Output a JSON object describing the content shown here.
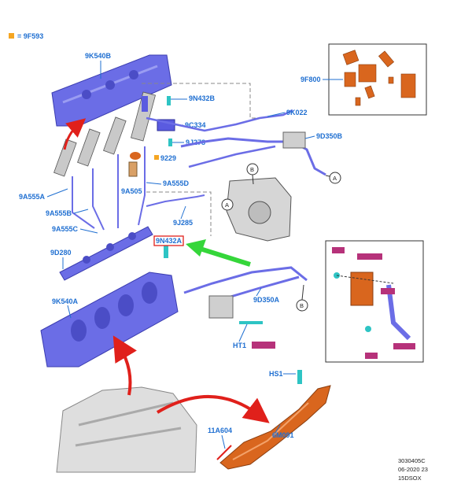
{
  "legend": {
    "color": "#f5a623",
    "text": "= 9F593"
  },
  "callouts": {
    "c9K540B": "9K540B",
    "c9N432B": "9N432B",
    "c9K022": "9K022",
    "c9C334": "9C334",
    "c9D350B": "9D350B",
    "c9J278": "9J278",
    "c9229": "9229",
    "c9A505": "9A505",
    "c9A555D": "9A555D",
    "c9A555A": "9A555A",
    "c9A555B": "9A555B",
    "c9J285": "9J285",
    "c9A555C": "9A555C",
    "c9N432A": "9N432A",
    "c9D280": "9D280",
    "c9K540A": "9K540A",
    "c9D350A": "9D350A",
    "cHT1": "HT1",
    "cHS1": "HS1",
    "c11A604": "11A604",
    "c6M091": "6M091",
    "c9F800": "9F800"
  },
  "connectors": {
    "a1": "A",
    "a2": "A",
    "b1": "B",
    "b2": "B"
  },
  "doc_info": {
    "number": "3030405C",
    "date": "06-2020 23",
    "code": "15DSOX"
  },
  "colors": {
    "callout": "#1f6fd1",
    "highlight": "#e0201b",
    "purple_part": "#6b6de6",
    "orange_part": "#d9661e",
    "arrow_red": "#e0201b",
    "arrow_green": "#35d63a"
  }
}
